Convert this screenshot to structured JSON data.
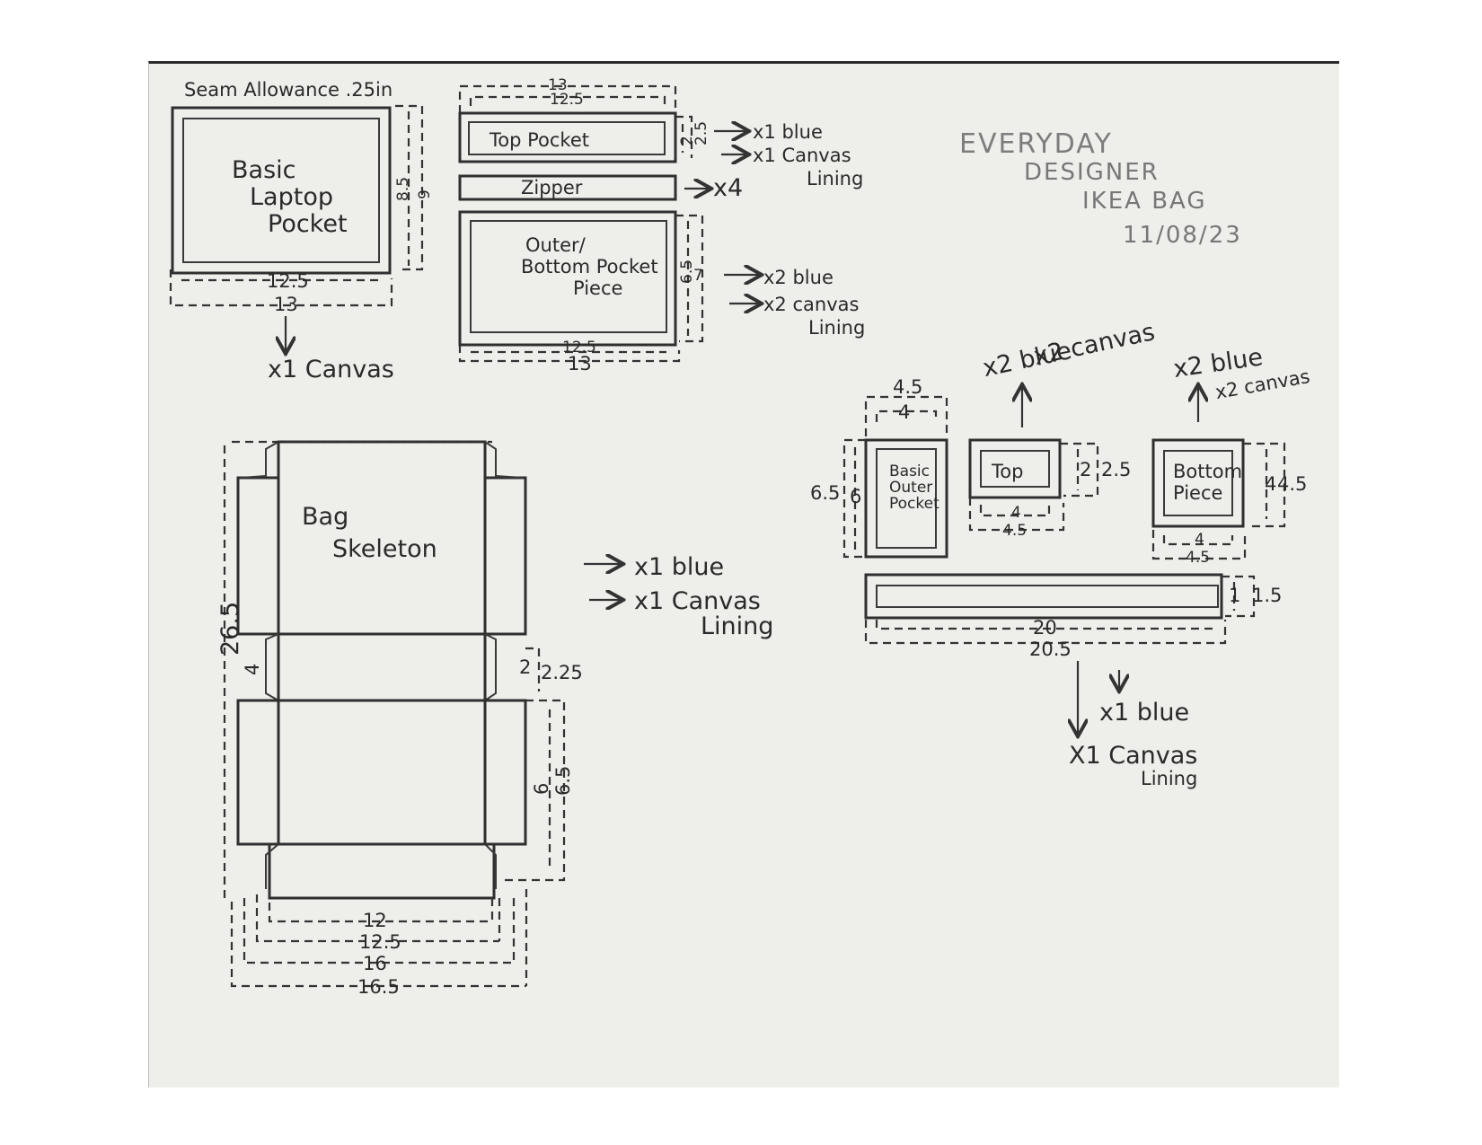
{
  "header": {
    "seam_allowance": "Seam Allowance .25in",
    "title_line1": "EVERYDAY",
    "title_line2": "DESIGNER",
    "title_line3": "IKEA BAG",
    "date": "11/08/23"
  },
  "laptop_pocket": {
    "label_1": "Basic",
    "label_2": "Laptop",
    "label_3": "Pocket",
    "dim_inner_w": "12.5",
    "dim_outer_w": "13",
    "dim_inner_h": "8.5",
    "dim_outer_h": "9",
    "qty": "x1 Canvas"
  },
  "top_pocket": {
    "label": "Top Pocket",
    "dim_outer_w": "13",
    "dim_inner_w": "12.5",
    "dim_inner_h": "2",
    "dim_outer_h": "2.5",
    "qty_1": "x1 blue",
    "qty_2": "x1 Canvas",
    "qty_3": "Lining"
  },
  "zipper": {
    "label": "Zipper",
    "qty": "x4"
  },
  "outer_pocket": {
    "label_1": "Outer/",
    "label_2": "Bottom Pocket",
    "label_3": "Piece",
    "dim_inner_h": "6.5",
    "dim_outer_h": "7",
    "dim_inner_w": "12.5",
    "dim_outer_w": "13",
    "qty_1": "x2 blue",
    "qty_2": "x2 canvas",
    "qty_3": "Lining"
  },
  "bag_skeleton": {
    "label_1": "Bag",
    "label_2": "Skeleton",
    "dim_height": "26.5",
    "dim_gusset": "4",
    "dim_side_inner": "2",
    "dim_side_outer": "2.25",
    "dim_body_inner_h": "6",
    "dim_body_outer_h": "6.5",
    "dim_w_1": "12",
    "dim_w_2": "12.5",
    "dim_w_3": "16",
    "dim_w_4": "16.5",
    "qty_1": "x1 blue",
    "qty_2": "x1 Canvas",
    "qty_3": "Lining"
  },
  "basic_outer_pocket": {
    "label_1": "Basic",
    "label_2": "Outer",
    "label_3": "Pocket",
    "dim_outer_w": "4.5",
    "dim_inner_w": "4",
    "dim_outer_h": "6.5",
    "dim_inner_h": "6"
  },
  "top_piece": {
    "label": "Top",
    "dim_inner_h": "2",
    "dim_outer_h": "2.5",
    "dim_inner_w": "4",
    "dim_outer_w": "4.5",
    "qty_1": "x2 blue",
    "qty_2": "x2 canvas"
  },
  "bottom_piece": {
    "label_1": "Bottom",
    "label_2": "Piece",
    "dim_inner_h": "4",
    "dim_outer_h": "4.5",
    "dim_inner_w": "4",
    "dim_outer_w": "4.5",
    "qty_1": "x2 blue",
    "qty_2": "x2 canvas"
  },
  "strap": {
    "dim_inner_h": "1",
    "dim_outer_h": "1.5",
    "dim_inner_w": "20",
    "dim_outer_w": "20.5",
    "qty_1": "x1 blue",
    "qty_2": "X1 Canvas",
    "qty_3": "Lining"
  }
}
